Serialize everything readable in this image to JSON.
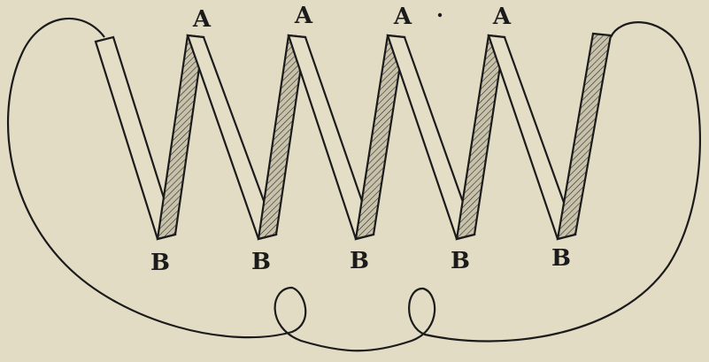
{
  "labels": {
    "top": [
      "A",
      "A",
      "A",
      "A"
    ],
    "bottom": [
      "B",
      "B",
      "B",
      "B",
      "B"
    ]
  },
  "colors": {
    "background": "#e2dcc4",
    "ink": "#1b1b1b",
    "light_strip_fill": "#e4dec7",
    "hatched_strip_fill": "#b8b19a"
  }
}
